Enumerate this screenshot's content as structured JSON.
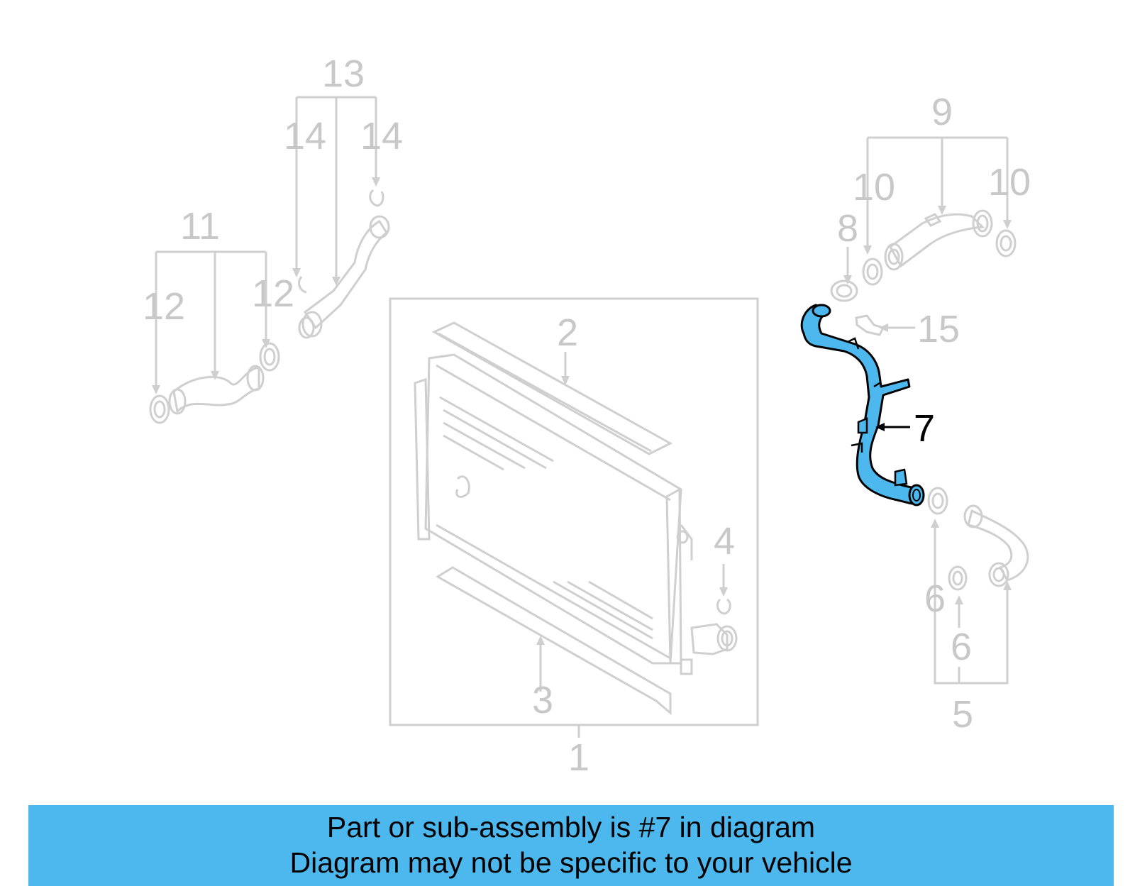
{
  "callouts": {
    "c1": "1",
    "c2": "2",
    "c3": "3",
    "c4": "4",
    "c5": "5",
    "c6a": "6",
    "c6b": "6",
    "c7": "7",
    "c8": "8",
    "c9": "9",
    "c10a": "10",
    "c10b": "10",
    "c11": "11",
    "c12a": "12",
    "c12b": "12",
    "c13": "13",
    "c14a": "14",
    "c14b": "14",
    "c15": "15"
  },
  "highlight": {
    "part_number": "7",
    "color": "#4db8ee"
  },
  "colors": {
    "line_gray": "#cfcfcf",
    "banner_bg": "#4db8ee"
  },
  "banner": {
    "line1": "Part or sub-assembly is #7 in diagram",
    "line2": "Diagram may not be specific to your vehicle"
  }
}
